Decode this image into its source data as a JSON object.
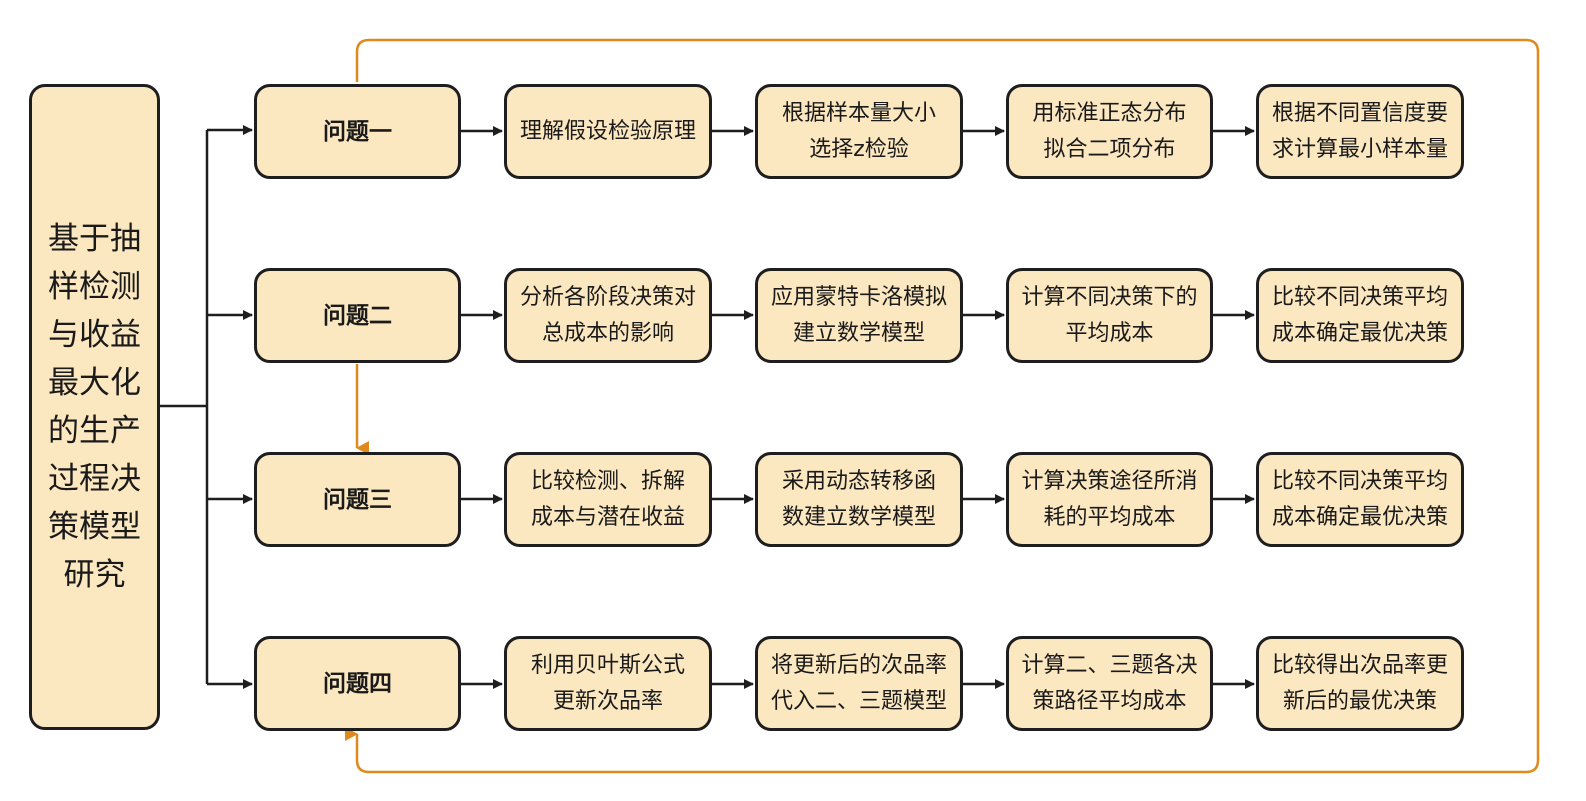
{
  "colors": {
    "box_fill": "#fbe7c0",
    "box_border": "#1e1e1e",
    "arrow": "#1e1e1e",
    "feedback_arrow": "#e08a1e"
  },
  "title": "基于抽\n样检测\n与收益\n最大化\n的生产\n过程决\n策模型\n研究",
  "rows": [
    {
      "question": "问题一",
      "steps": [
        "理解假设检验原理",
        "根据样本量大小\n选择z检验",
        "用标准正态分布\n拟合二项分布",
        "根据不同置信度要\n求计算最小样本量"
      ]
    },
    {
      "question": "问题二",
      "steps": [
        "分析各阶段决策对\n总成本的影响",
        "应用蒙特卡洛模拟\n建立数学模型",
        "计算不同决策下的\n平均成本",
        "比较不同决策平均\n成本确定最优决策"
      ]
    },
    {
      "question": "问题三",
      "steps": [
        "比较检测、拆解\n成本与潜在收益",
        "采用动态转移函\n数建立数学模型",
        "计算决策途径所消\n耗的平均成本",
        "比较不同决策平均\n成本确定最优决策"
      ]
    },
    {
      "question": "问题四",
      "steps": [
        "利用贝叶斯公式\n更新次品率",
        "将更新后的次品率\n代入二、三题模型",
        "计算二、三题各决\n策路径平均成本",
        "比较得出次品率更\n新后的最优决策"
      ]
    }
  ]
}
